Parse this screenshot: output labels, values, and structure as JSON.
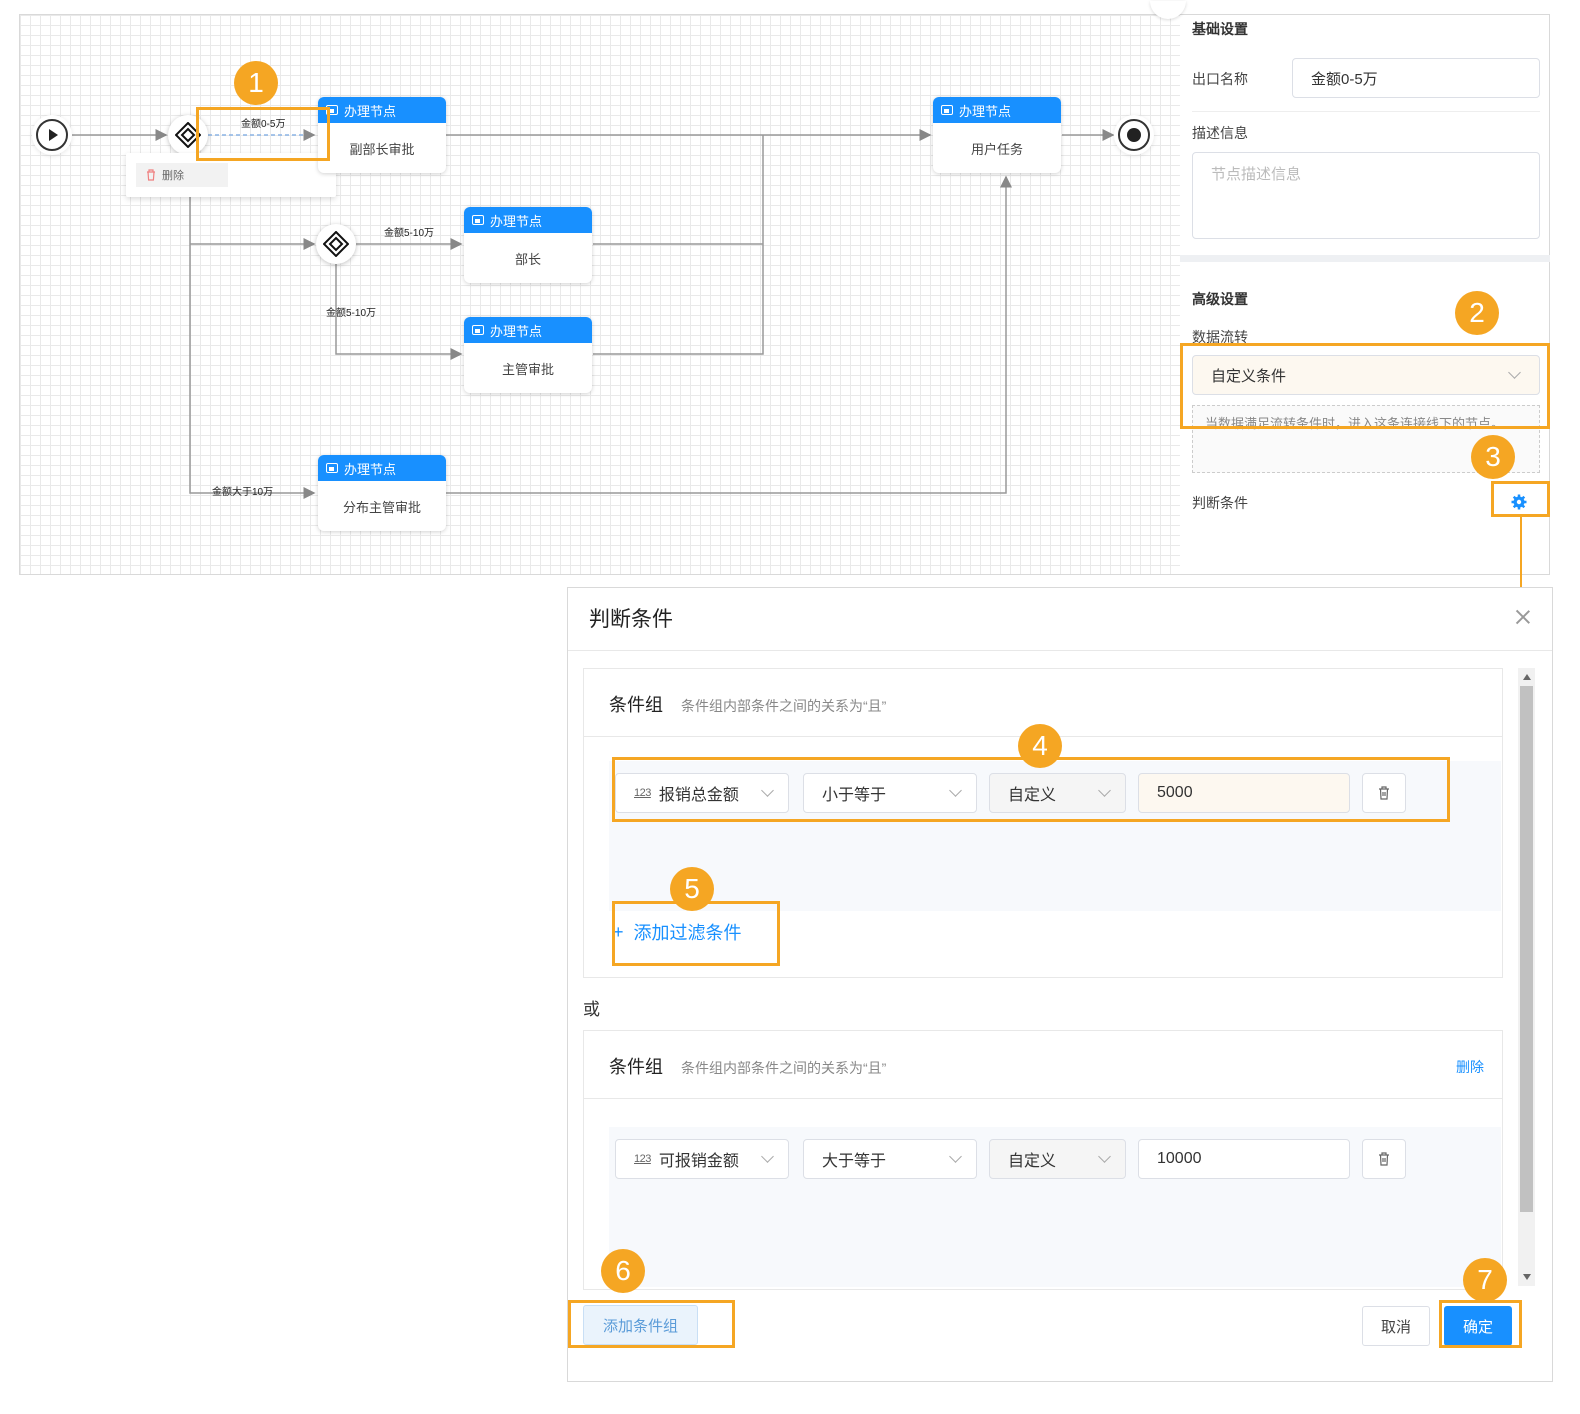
{
  "canvas": {
    "nodes": [
      {
        "header": "办理节点",
        "label": "副部长审批"
      },
      {
        "header": "办理节点",
        "label": "部长"
      },
      {
        "header": "办理节点",
        "label": "主管审批"
      },
      {
        "header": "办理节点",
        "label": "分布主管审批"
      },
      {
        "header": "办理节点",
        "label": "用户任务"
      }
    ],
    "edge_labels": [
      "金额0-5万",
      "金额5-10万",
      "金额5-10万",
      "金额大于10万"
    ],
    "context_menu": {
      "delete_label": "删除"
    }
  },
  "panel": {
    "basic_title": "基础设置",
    "exit_name_label": "出口名称",
    "exit_name_value": "金额0-5万",
    "description_label": "描述信息",
    "description_placeholder": "节点描述信息",
    "advanced_title": "高级设置",
    "data_flow_label": "数据流转",
    "data_flow_value": "自定义条件",
    "data_flow_hint": "当数据满足流转条件时，进入这条连接线下的节点。",
    "condition_label": "判断条件"
  },
  "dialog": {
    "title": "判断条件",
    "or_label": "或",
    "groups": [
      {
        "title": "条件组",
        "desc": "条件组内部条件之间的关系为“且”",
        "delete_label": "",
        "field_icon": "123",
        "field": "报销总金额",
        "operator": "小于等于",
        "value_type": "自定义",
        "value": "5000",
        "add_filter": "添加过滤条件"
      },
      {
        "title": "条件组",
        "desc": "条件组内部条件之间的关系为“且”",
        "delete_label": "删除",
        "field_icon": "123",
        "field": "可报销金额",
        "operator": "大于等于",
        "value_type": "自定义",
        "value": "10000"
      }
    ],
    "add_group_label": "添加条件组",
    "cancel_label": "取消",
    "ok_label": "确定"
  },
  "badges": [
    "1",
    "2",
    "3",
    "4",
    "5",
    "6",
    "7"
  ],
  "colors": {
    "accent": "#1890ff",
    "highlight": "#f5a623"
  }
}
